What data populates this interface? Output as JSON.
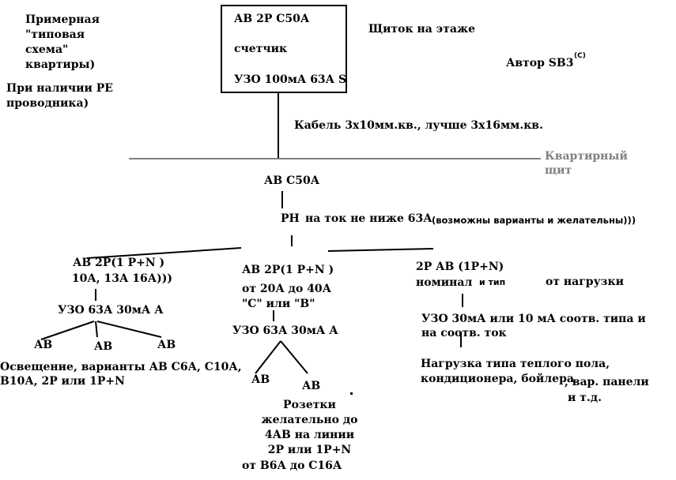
{
  "title_block": {
    "lines": [
      "Примерная",
      "\"типовая",
      "схема\"",
      "квартиры)"
    ],
    "pe_note": [
      "При наличии PE",
      "проводника)"
    ]
  },
  "floor_panel": {
    "breaker": "АВ 2P С50А",
    "meter": "счетчик",
    "rcd": "УЗО 100мА 63А S",
    "label": "Щиток на этаже",
    "author": "Автор SB3",
    "author_mark": "(С)"
  },
  "cable": {
    "label": "Кабель 3х10мм.кв., лучше 3х16мм.кв."
  },
  "apartment_panel": {
    "label_lines": [
      "Квартирный",
      "щит"
    ],
    "main_breaker": "АВ С50А",
    "switch_label": "РН",
    "switch_rating": "на ток не ниже 63А",
    "switch_note": "(возможны варианты и желательны)))"
  },
  "branches": {
    "lighting": {
      "breaker_lines": [
        "АВ 2Р(1 Р+N )",
        " 10А, 13А 16А)))"
      ],
      "rcd": "УЗО 63А 30мА А",
      "sub_breakers": [
        "АВ",
        "АВ",
        "АВ"
      ],
      "note_lines": [
        "Освещение, варианты АВ С6А, С10А,",
        "В10А, 2Р или 1Р+N"
      ]
    },
    "sockets": {
      "breaker_lines": [
        "АВ 2Р(1 Р+N )",
        "от 20А до 40А",
        "\"С\" или \"В\""
      ],
      "rcd": "УЗО 63А 30мА А",
      "sub_breakers": [
        "АВ",
        "АВ"
      ],
      "note_lines": [
        "Розетки",
        "желательно до",
        "4АВ на линии",
        "2Р или 1Р+N"
      ],
      "rating_note": "от В6А до С16А"
    },
    "load": {
      "breaker": "2Р АВ (1Р+N)",
      "nominal": "номинал",
      "type_word": "и тип",
      "by_load": "от нагрузки",
      "rcd_lines": [
        "УЗО 30мА или 10 мА соотв. типа и",
        "на соотв. ток"
      ],
      "note_lines": [
        "Нагрузка типа теплого пола,",
        "кондиционера, бойлера"
      ],
      "note_tail": ", вар. панели",
      "note_end": "и т.д."
    }
  }
}
